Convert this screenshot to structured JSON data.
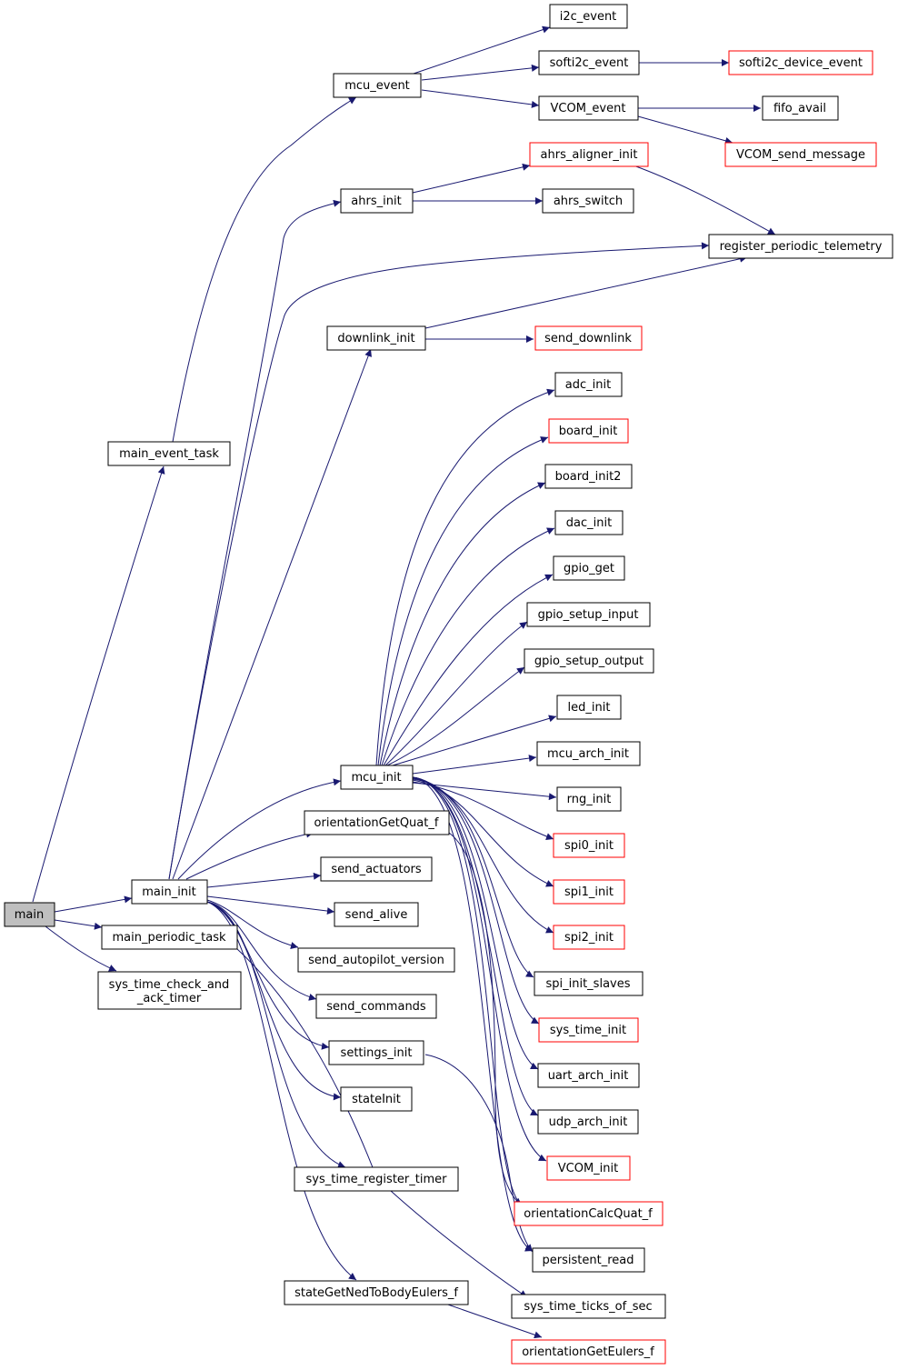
{
  "colors": {
    "background": "#ffffff",
    "edge": "#191970",
    "node_border": "#000000",
    "node_border_external": "#ff0000",
    "root_fill": "#bfbfbf",
    "node_fill": "#ffffff",
    "text": "#000000"
  },
  "nodes": {
    "main": "main",
    "main_event_task": "main_event_task",
    "main_init": "main_init",
    "main_periodic_task": "main_periodic_task",
    "sys_time_check_and_ack_timer_l1": "sys_time_check_and",
    "sys_time_check_and_ack_timer_l2": "_ack_timer",
    "mcu_event": "mcu_event",
    "ahrs_init": "ahrs_init",
    "downlink_init": "downlink_init",
    "mcu_init": "mcu_init",
    "orientationGetQuat_f": "orientationGetQuat_f",
    "send_actuators": "send_actuators",
    "send_alive": "send_alive",
    "send_autopilot_version": "send_autopilot_version",
    "send_commands": "send_commands",
    "settings_init": "settings_init",
    "stateInit": "stateInit",
    "sys_time_register_timer": "sys_time_register_timer",
    "stateGetNedToBodyEulers_f": "stateGetNedToBodyEulers_f",
    "i2c_event": "i2c_event",
    "softi2c_event": "softi2c_event",
    "VCOM_event": "VCOM_event",
    "ahrs_aligner_init": "ahrs_aligner_init",
    "ahrs_switch": "ahrs_switch",
    "send_downlink": "send_downlink",
    "adc_init": "adc_init",
    "board_init": "board_init",
    "board_init2": "board_init2",
    "dac_init": "dac_init",
    "gpio_get": "gpio_get",
    "gpio_setup_input": "gpio_setup_input",
    "gpio_setup_output": "gpio_setup_output",
    "led_init": "led_init",
    "mcu_arch_init": "mcu_arch_init",
    "rng_init": "rng_init",
    "spi0_init": "spi0_init",
    "spi1_init": "spi1_init",
    "spi2_init": "spi2_init",
    "spi_init_slaves": "spi_init_slaves",
    "sys_time_init": "sys_time_init",
    "uart_arch_init": "uart_arch_init",
    "udp_arch_init": "udp_arch_init",
    "VCOM_init": "VCOM_init",
    "orientationCalcQuat_f": "orientationCalcQuat_f",
    "persistent_read": "persistent_read",
    "sys_time_ticks_of_sec": "sys_time_ticks_of_sec",
    "orientationGetEulers_f": "orientationGetEulers_f",
    "softi2c_device_event": "softi2c_device_event",
    "fifo_avail": "fifo_avail",
    "VCOM_send_message": "VCOM_send_message",
    "register_periodic_telemetry": "register_periodic_telemetry"
  }
}
